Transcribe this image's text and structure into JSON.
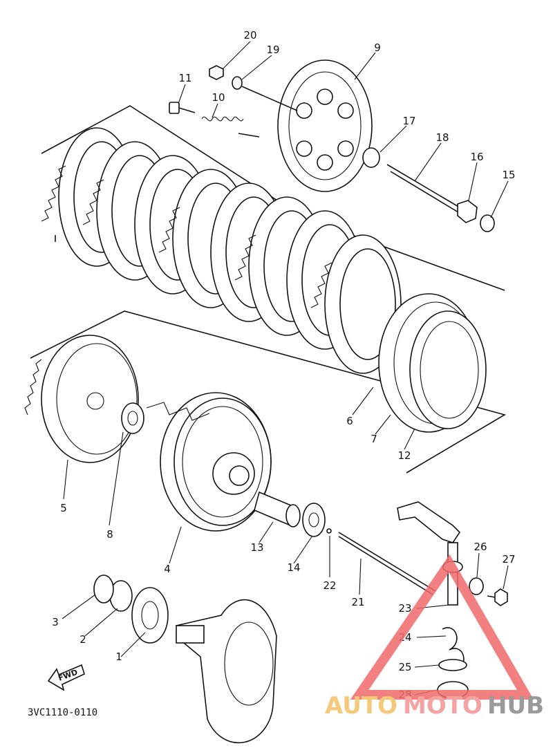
{
  "diagram": {
    "part_numbers": [
      "1",
      "2",
      "3",
      "4",
      "5",
      "6",
      "7",
      "8",
      "9",
      "10",
      "11",
      "12",
      "13",
      "14",
      "15",
      "16",
      "17",
      "18",
      "19",
      "20",
      "21",
      "22",
      "23",
      "24",
      "25",
      "26",
      "27",
      "28"
    ],
    "drawing_code": "3VC1110-0110",
    "direction_label": "FWD",
    "watermark": {
      "part1": "AUTO",
      "part2": "MOTO",
      "part3": "HUB",
      "colors": {
        "auto": "#f5c97a",
        "moto": "#f4a3a3",
        "hub": "#9a9a9a",
        "triangle": "#f06a6a"
      }
    }
  }
}
